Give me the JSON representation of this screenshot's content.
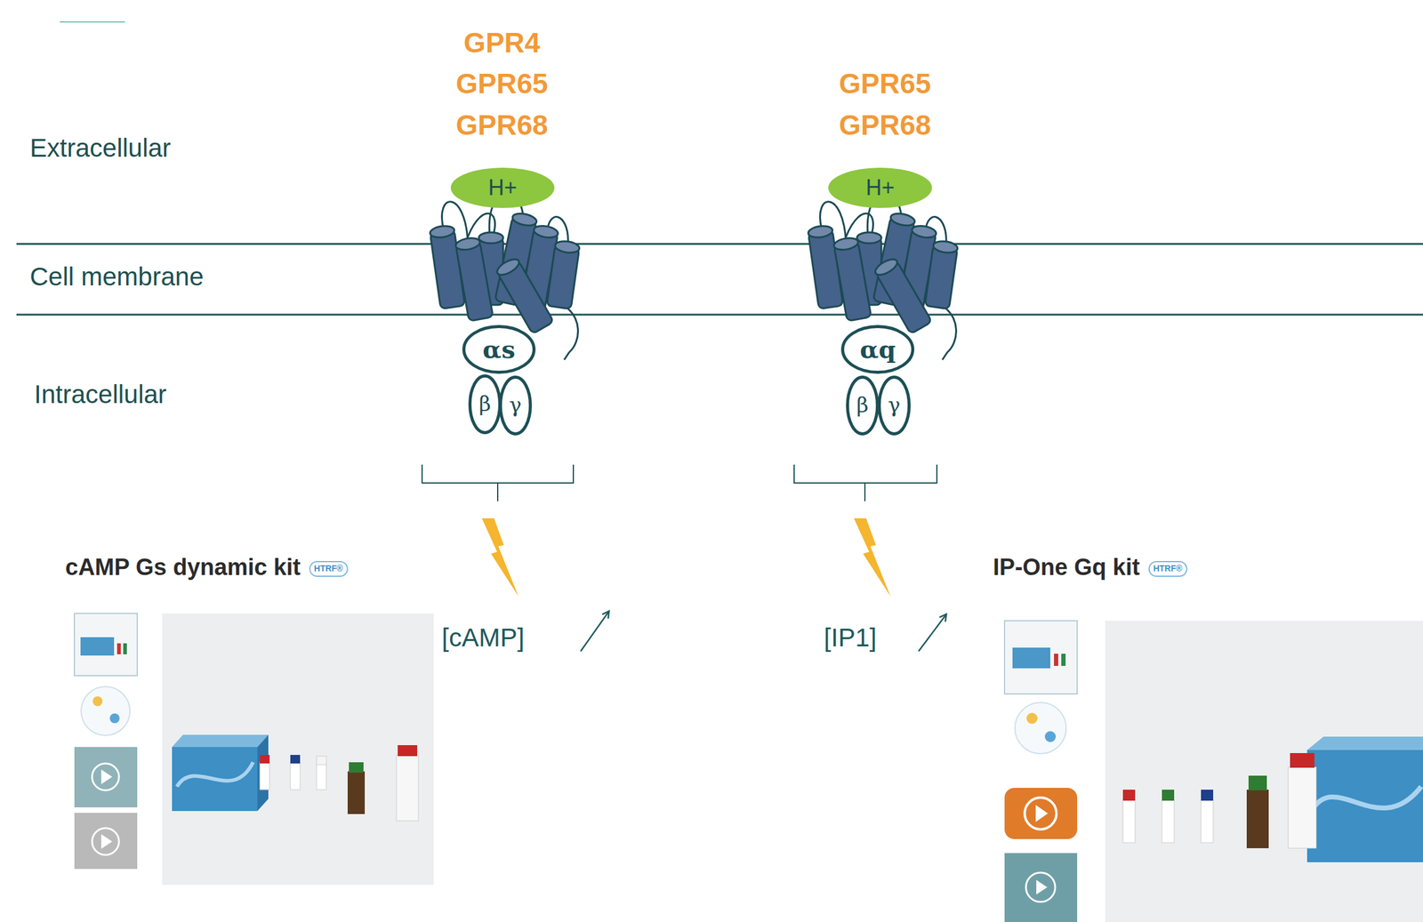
{
  "diagram": {
    "nodes": [
      {
        "text": [
          "H+"
        ]
      },
      {
        "text": [
          "H+"
        ]
      },
      {
        "text": [
          "αs"
        ]
      },
      {
        "text": [
          "αq"
        ]
      },
      {
        "text": [
          "β"
        ]
      },
      {
        "text": [
          "γ"
        ]
      },
      {
        "text": [
          "β"
        ]
      },
      {
        "text": [
          "γ"
        ]
      },
      {
        "text": [
          "HTRF®"
        ]
      },
      {
        "text": [
          "HTRF®"
        ]
      }
    ],
    "labels": [
      "GPR4",
      "GPR65",
      "GPR68",
      "GPR65",
      "GPR68",
      "Extracellular",
      "Cell membrane",
      "Intracellular",
      "[cAMP]",
      "[IP1]",
      "cAMP Gs dynamic kit",
      "IP-One Gq kit"
    ]
  }
}
